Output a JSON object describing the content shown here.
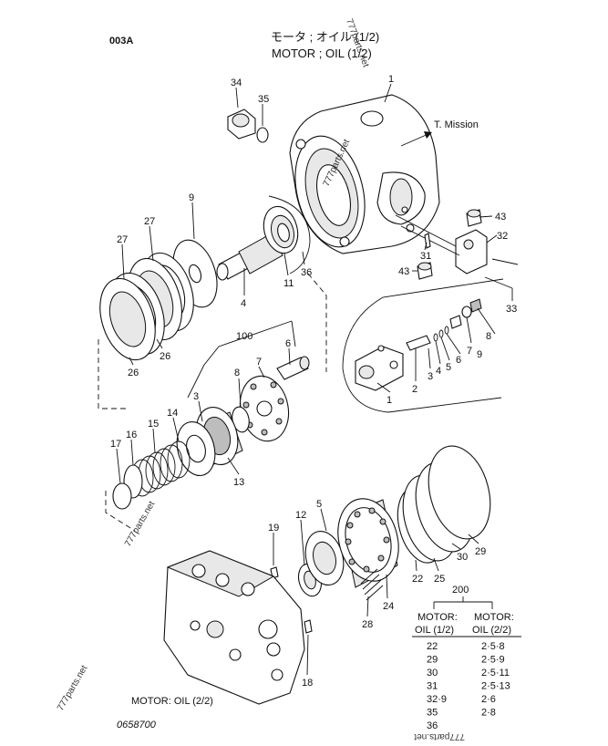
{
  "header": {
    "code": "003A",
    "title_jp": "モータ ; オイル (1/2)",
    "title_en": "MOTOR ; OIL (1/2)"
  },
  "annotations": {
    "t_mission": "T. Mission",
    "motor_oil_22": "MOTOR: OIL (2/2)",
    "drawing_no": "0658700"
  },
  "watermarks": [
    "777parts.net",
    "777parts.net",
    "777parts.net",
    "777parts.net",
    "777parts.net"
  ],
  "callouts": [
    "1",
    "34",
    "35",
    "9",
    "27",
    "27",
    "4",
    "11",
    "36",
    "26",
    "26",
    "43",
    "32",
    "31",
    "43",
    "33",
    "100",
    "6",
    "7",
    "8",
    "8",
    "3",
    "14",
    "15",
    "16",
    "17",
    "13",
    "7",
    "6",
    "5",
    "4",
    "3",
    "2",
    "1",
    "9",
    "5",
    "12",
    "19",
    "30",
    "29",
    "22",
    "25",
    "24",
    "28",
    "18"
  ],
  "table": {
    "group": "200",
    "col1_line1": "MOTOR:",
    "col1_line2": "OIL (1/2)",
    "col2_line1": "MOTOR:",
    "col2_line2": "OIL (2/2)",
    "rows": [
      [
        "22",
        "2·5·8"
      ],
      [
        "29",
        "2·5·9"
      ],
      [
        "30",
        "2·5·11"
      ],
      [
        "31",
        "2·5·13"
      ],
      [
        "32·9",
        "2·6"
      ],
      [
        "35",
        "2·8"
      ],
      [
        "36",
        ""
      ]
    ]
  }
}
